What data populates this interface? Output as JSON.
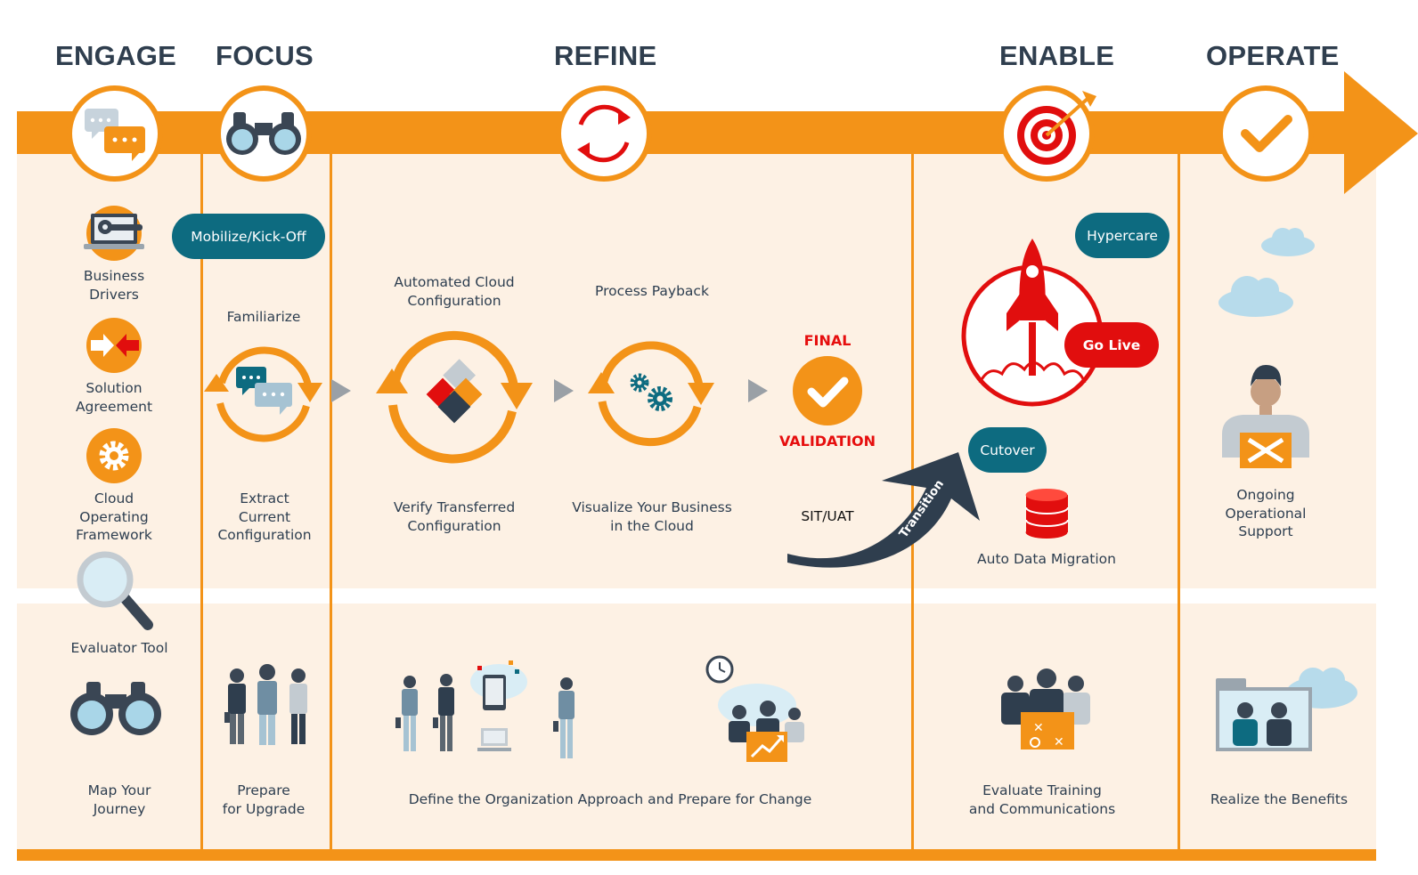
{
  "phases": {
    "engage": "ENGAGE",
    "focus": "FOCUS",
    "refine": "REFINE",
    "enable": "ENABLE",
    "operate": "OPERATE"
  },
  "engage": {
    "business_drivers": "Business\nDrivers",
    "solution_agreement": "Solution\nAgreement",
    "cloud_operating_framework": "Cloud\nOperating\nFramework",
    "evaluator_tool": "Evaluator Tool",
    "map_your_journey": "Map Your\nJourney"
  },
  "focus": {
    "mobilize": "Mobilize/Kick-Off",
    "familiarize": "Familiarize",
    "extract": "Extract\nCurrent\nConfiguration",
    "prepare": "Prepare\nfor Upgrade"
  },
  "refine": {
    "automated": "Automated Cloud\nConfiguration",
    "process_payback": "Process Payback",
    "final": "FINAL",
    "validation": "VALIDATION",
    "verify": "Verify Transferred\nConfiguration",
    "visualize": "Visualize Your Business\nin the Cloud",
    "sit_uat": "SIT/UAT",
    "transition": "Transition",
    "define": "Define the Organization Approach and Prepare for Change"
  },
  "enable": {
    "hypercare": "Hypercare",
    "go_live": "Go Live",
    "cutover": "Cutover",
    "auto_data_migration": "Auto Data Migration",
    "evaluate": "Evaluate Training\nand Communications"
  },
  "operate": {
    "ongoing": "Ongoing\nOperational\nSupport",
    "realize": "Realize the Benefits"
  },
  "colors": {
    "orange": "#f39318",
    "panel": "#fdf1e4",
    "teal": "#0d6b80",
    "red": "#e10e0e",
    "navy": "#2f3e4e"
  }
}
